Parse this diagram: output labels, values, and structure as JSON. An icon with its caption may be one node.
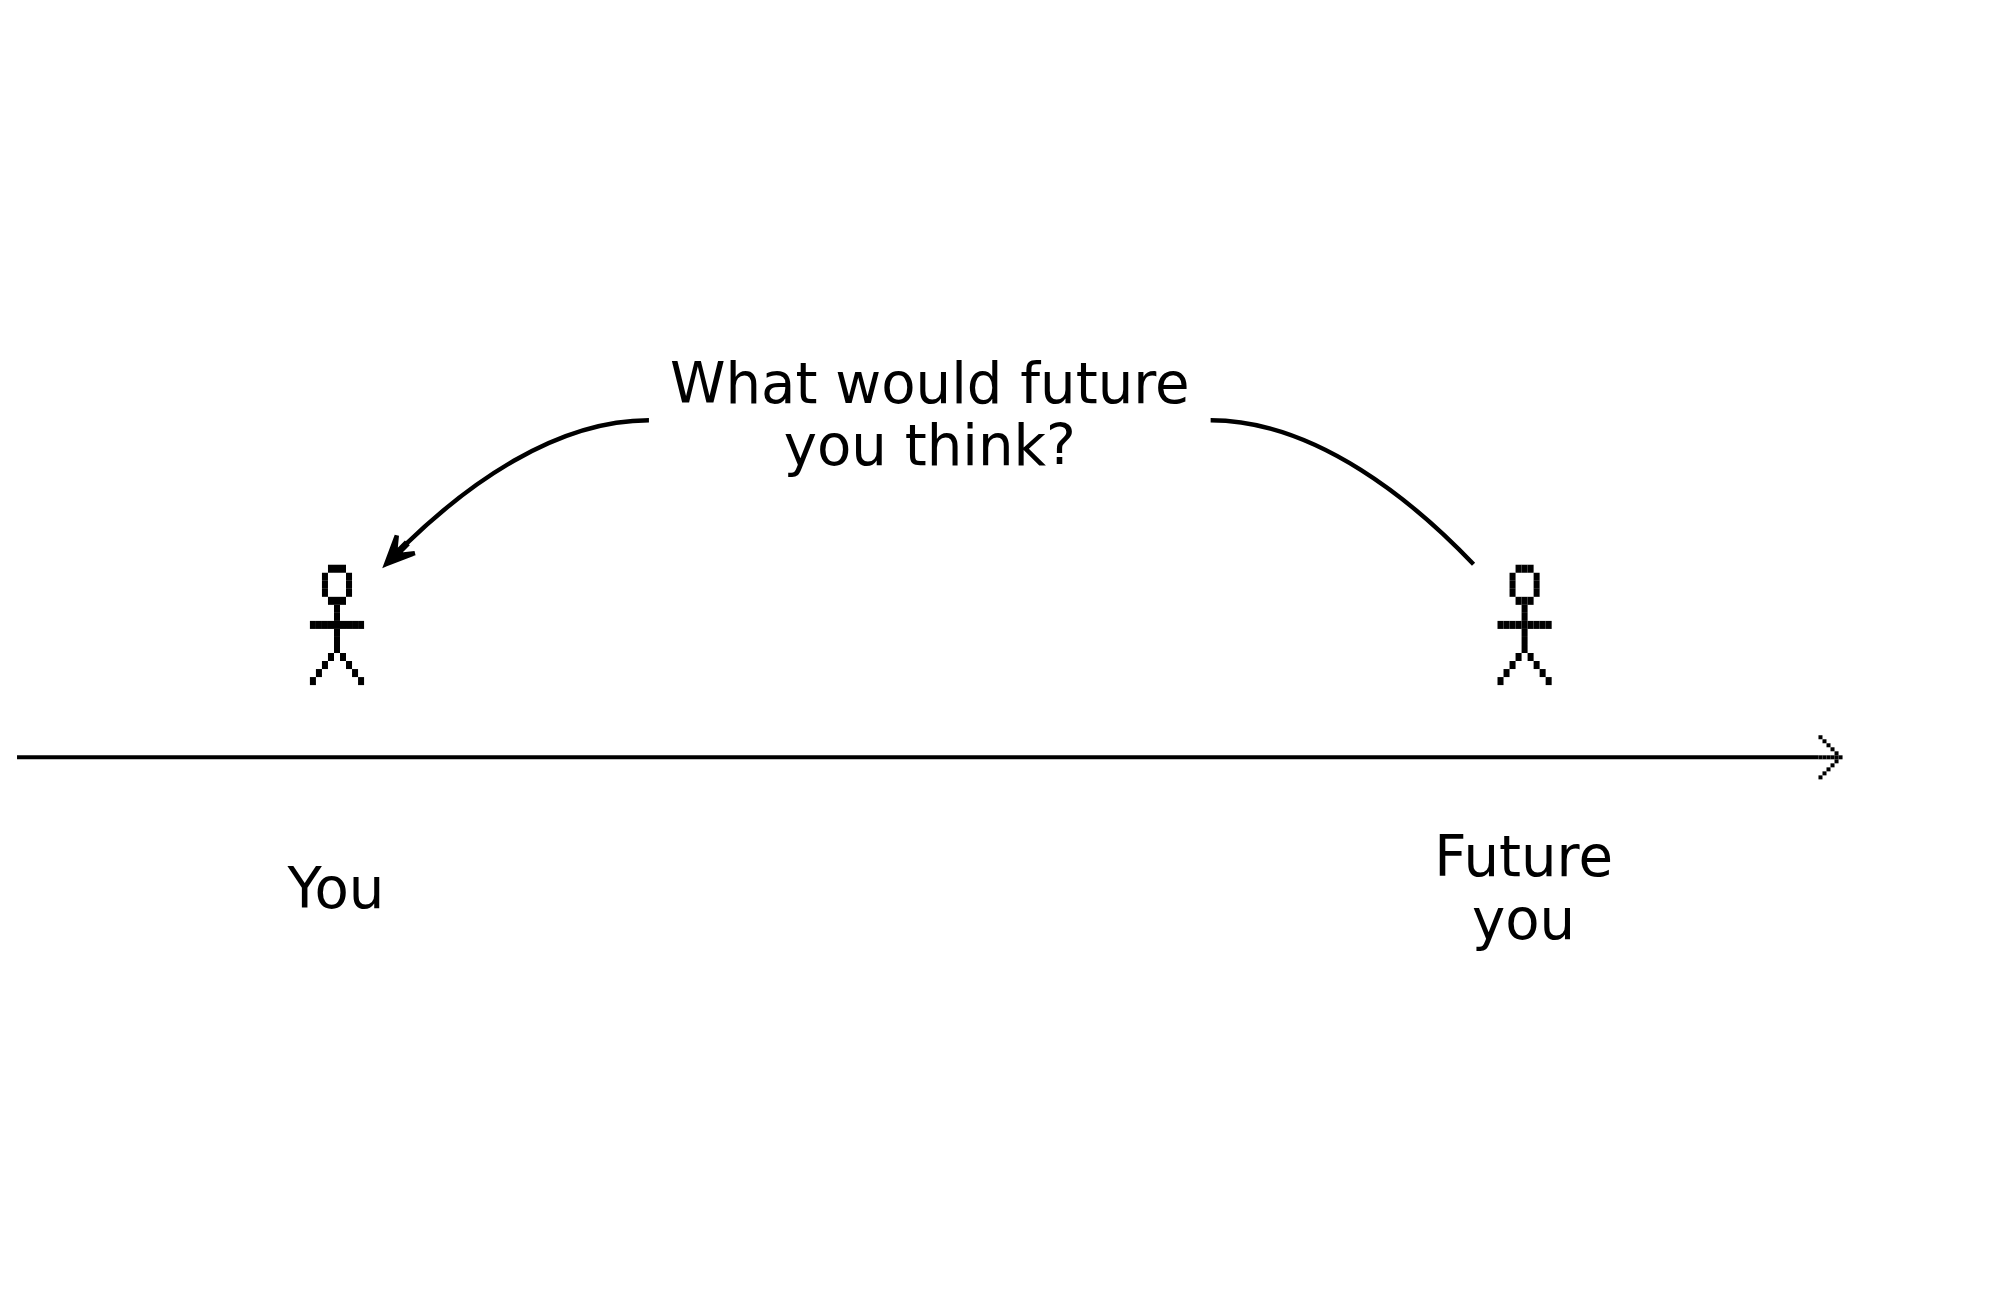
{
  "diagram": {
    "nodes": [
      {
        "text": [
          "What would future you think?"
        ]
      },
      {
        "text": [],
        "shape": "person",
        "beside": [
          "You"
        ]
      },
      {
        "text": [],
        "shape": "person",
        "beside": [
          "Future you"
        ]
      }
    ],
    "edges": [
      {
        "from": 0,
        "to": 1,
        "arrow": "to"
      },
      {
        "from": 2,
        "to": 0,
        "arrow": "none"
      }
    ]
  }
}
